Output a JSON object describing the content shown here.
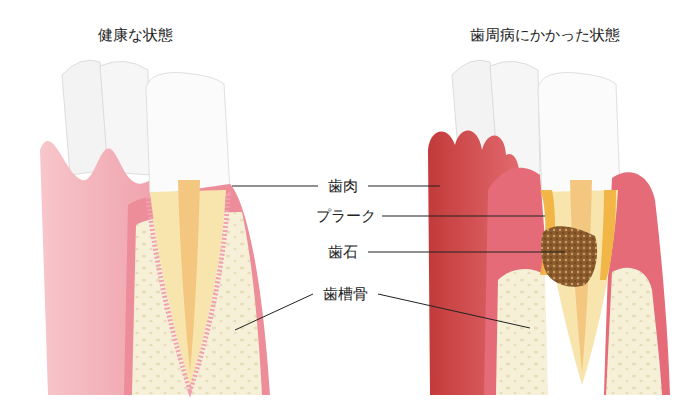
{
  "diagram": {
    "labels": [
      "健康な状態",
      "歯周病にかかった状態",
      "歯肉",
      "プラーク",
      "歯石",
      "歯槽骨"
    ]
  }
}
